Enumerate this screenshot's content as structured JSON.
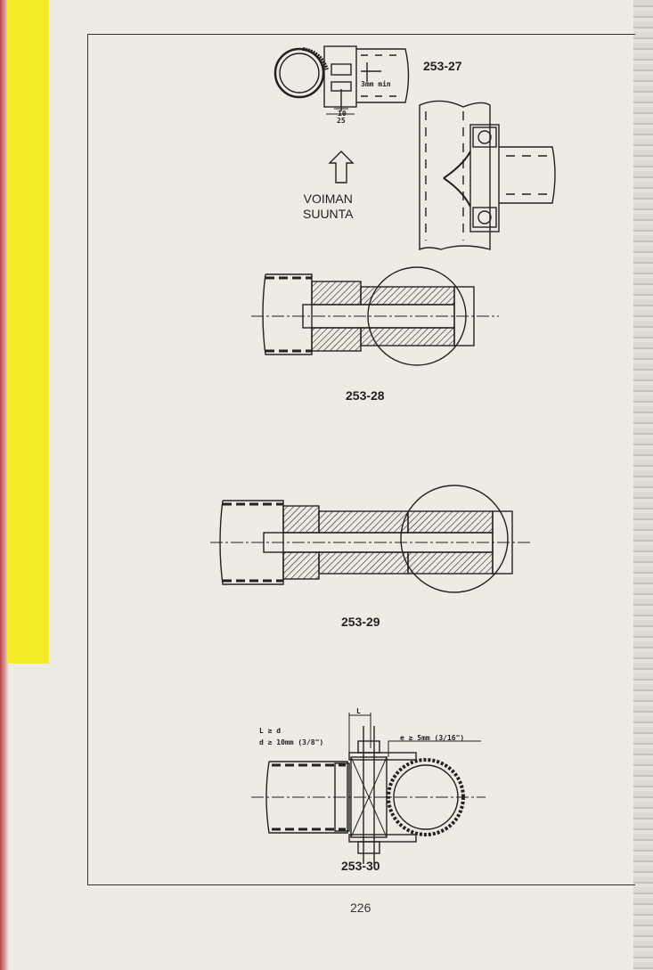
{
  "figures": [
    {
      "id": "253-27",
      "direction_label_1": "VOIMAN",
      "direction_label_2": "SUUNTA",
      "note": "3mm min",
      "dim_a": "10",
      "dim_b": "25"
    },
    {
      "id": "253-28"
    },
    {
      "id": "253-29"
    },
    {
      "id": "253-30",
      "note_l": "L ≥ d",
      "note_d": "d ≥ 10mm (3/8\")",
      "note_e": "e ≥ 5mm (3/16\")",
      "dim_l": "L"
    }
  ],
  "page_number": "226"
}
